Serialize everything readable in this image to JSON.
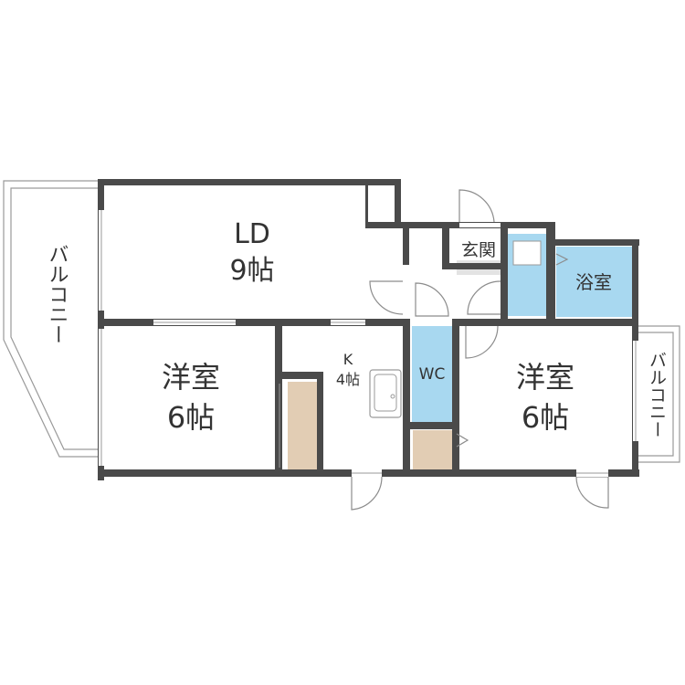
{
  "floorplan": {
    "colors": {
      "wall": "#4a4a4a",
      "wet_area": "#a8d8f0",
      "closet": "#e2cdb4",
      "floor": "#ffffff"
    },
    "rooms": {
      "ld": {
        "name": "LD",
        "size": "9帖"
      },
      "western_left": {
        "name": "洋室",
        "size": "6帖"
      },
      "kitchen": {
        "name": "K",
        "size": "4帖"
      },
      "western_right": {
        "name": "洋室",
        "size": "6帖"
      },
      "wc": {
        "name": "WC"
      },
      "bath": {
        "name": "浴室"
      },
      "entrance": {
        "name": "玄関"
      }
    },
    "balconies": {
      "left": "バルコニー",
      "right": "バルコニー"
    }
  }
}
